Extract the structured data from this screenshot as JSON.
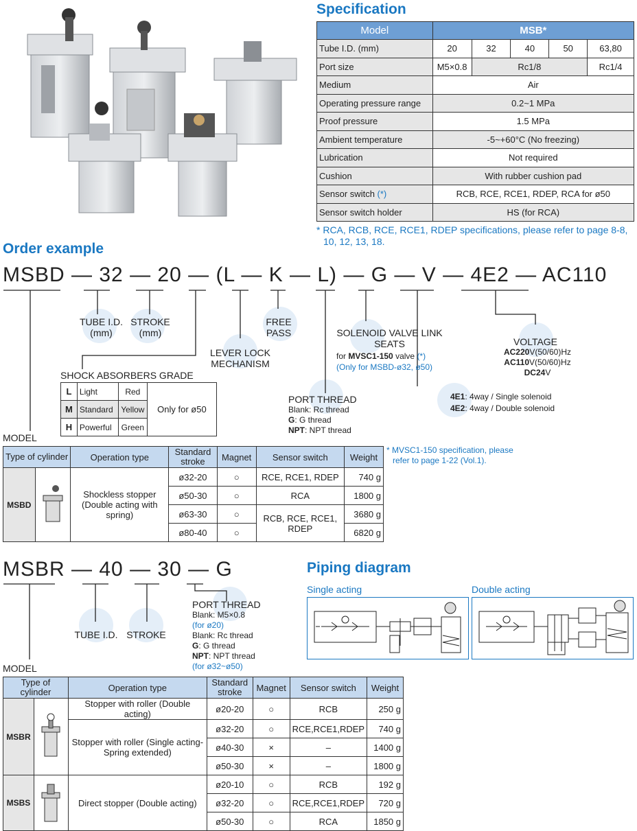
{
  "spec": {
    "title": "Specification",
    "header": [
      "Model",
      "MSB*"
    ],
    "rows": [
      {
        "label": "Tube I.D. (mm)",
        "cells": [
          "20",
          "32",
          "40",
          "50",
          "63,80"
        ]
      },
      {
        "label": "Port size",
        "cells": [
          "M5×0.8",
          "Rc1/8",
          "Rc1/4"
        ]
      },
      {
        "label": "Medium",
        "cells": [
          "Air"
        ]
      },
      {
        "label": "Operating pressure range",
        "cells": [
          "0.2~1 MPa"
        ]
      },
      {
        "label": "Proof pressure",
        "cells": [
          "1.5 MPa"
        ]
      },
      {
        "label": "Ambient temperature",
        "cells": [
          "-5~+60°C (No freezing)"
        ]
      },
      {
        "label": "Lubrication",
        "cells": [
          "Not required"
        ]
      },
      {
        "label": "Cushion",
        "cells": [
          "With rubber cushion pad"
        ]
      },
      {
        "label": "Sensor switch",
        "mark": "(*)",
        "cells": [
          "RCB, RCE, RCE1, RDEP, RCA for ø50"
        ]
      },
      {
        "label": "Sensor switch holder",
        "cells": [
          "HS (for RCA)"
        ]
      }
    ],
    "note": "* RCA, RCB, RCE, RCE1, RDEP specifications, please refer to page 8-8, 10, 12, 13, 18."
  },
  "order": {
    "title": "Order example",
    "code": [
      "MSBD",
      "32",
      "20",
      "(L",
      "K",
      "L)",
      "G",
      "V",
      "4E2",
      "AC110"
    ],
    "tube": "TUBE I.D. (mm)",
    "stroke": "STROKE (mm)",
    "free_pass": "FREE PASS",
    "lever": "LEVER LOCK MECHANISM",
    "shock_title": "SHOCK ABSORBERS GRADE",
    "shock": [
      [
        "L",
        "Light",
        "Red"
      ],
      [
        "M",
        "Standard",
        "Yellow"
      ],
      [
        "H",
        "Powerful",
        "Green"
      ]
    ],
    "shock_note": "Only for ø50",
    "port_title": "PORT THREAD",
    "port_blank": "Blank: Rc thread",
    "port_g_code": "G",
    "port_g": ": G thread",
    "port_npt_code": "NPT",
    "port_npt": ": NPT thread",
    "solenoid_title": "SOLENOID VALVE LINK SEATS",
    "solenoid_for": "for",
    "solenoid_valve": "MVSC1-150",
    "solenoid_valve_suffix": "valve",
    "solenoid_mark": "(*)",
    "solenoid_only": "(Only for MSBD-ø32, ø50)",
    "e1_code": "4E1",
    "e1": ": 4way / Single solenoid",
    "e2_code": "4E2",
    "e2": ": 4way / Double solenoid",
    "voltage_title": "VOLTAGE",
    "v1_code": "AC220",
    "v1": "V(50/60)Hz",
    "v2_code": "AC110",
    "v2": "V(50/60)Hz",
    "v3_code": "DC24",
    "v3": "V",
    "model_label": "MODEL",
    "mvsc_note": "* MVSC1-150 specification, please refer to page 1-22 (Vol.1)."
  },
  "t1": {
    "headers": [
      "Type of cylinder",
      "Operation type",
      "Standard stroke",
      "Magnet",
      "Sensor switch",
      "Weight"
    ],
    "type": "MSBD",
    "op": "Shockless stopper (Double acting with spring)",
    "rows": [
      [
        "ø32-20",
        "○",
        "RCE, RCE1, RDEP",
        "740 g"
      ],
      [
        "ø50-30",
        "○",
        "RCA",
        "1800 g"
      ],
      [
        "ø63-30",
        "○",
        "RCB, RCE, RCE1, RDEP",
        "3680 g"
      ],
      [
        "ø80-40",
        "○",
        "",
        "6820 g"
      ]
    ]
  },
  "msbr": {
    "code": [
      "MSBR",
      "40",
      "30",
      "G"
    ],
    "tube": "TUBE I.D.",
    "stroke": "STROKE",
    "model_label": "MODEL",
    "port_title": "PORT THREAD",
    "l1": "Blank: M5×0.8",
    "l2": "(for ø20)",
    "l3": "Blank: Rc thread",
    "l4_code": "G",
    "l4": ": G thread",
    "l5_code": "NPT",
    "l5": ": NPT thread",
    "l6": "(for ø32~ø50)"
  },
  "piping": {
    "title": "Piping diagram",
    "single": "Single acting",
    "double": "Double acting"
  },
  "t2": {
    "headers": [
      "Type of cylinder",
      "Operation type",
      "Standard stroke",
      "Magnet",
      "Sensor switch",
      "Weight"
    ],
    "type1": "MSBR",
    "op1": "Stopper with roller (Double acting)",
    "op2": "Stopper with roller (Single acting-Spring extended)",
    "type2": "MSBS",
    "op3": "Direct stopper (Double acting)",
    "rows": [
      [
        "ø20-20",
        "○",
        "RCB",
        "250 g"
      ],
      [
        "ø32-20",
        "○",
        "RCE,RCE1,RDEP",
        "740 g"
      ],
      [
        "ø40-30",
        "×",
        "–",
        "1400 g"
      ],
      [
        "ø50-30",
        "×",
        "–",
        "1800 g"
      ],
      [
        "ø20-10",
        "○",
        "RCB",
        "192 g"
      ],
      [
        "ø32-20",
        "○",
        "RCE,RCE1,RDEP",
        "720 g"
      ],
      [
        "ø50-30",
        "○",
        "RCA",
        "1850 g"
      ]
    ]
  }
}
